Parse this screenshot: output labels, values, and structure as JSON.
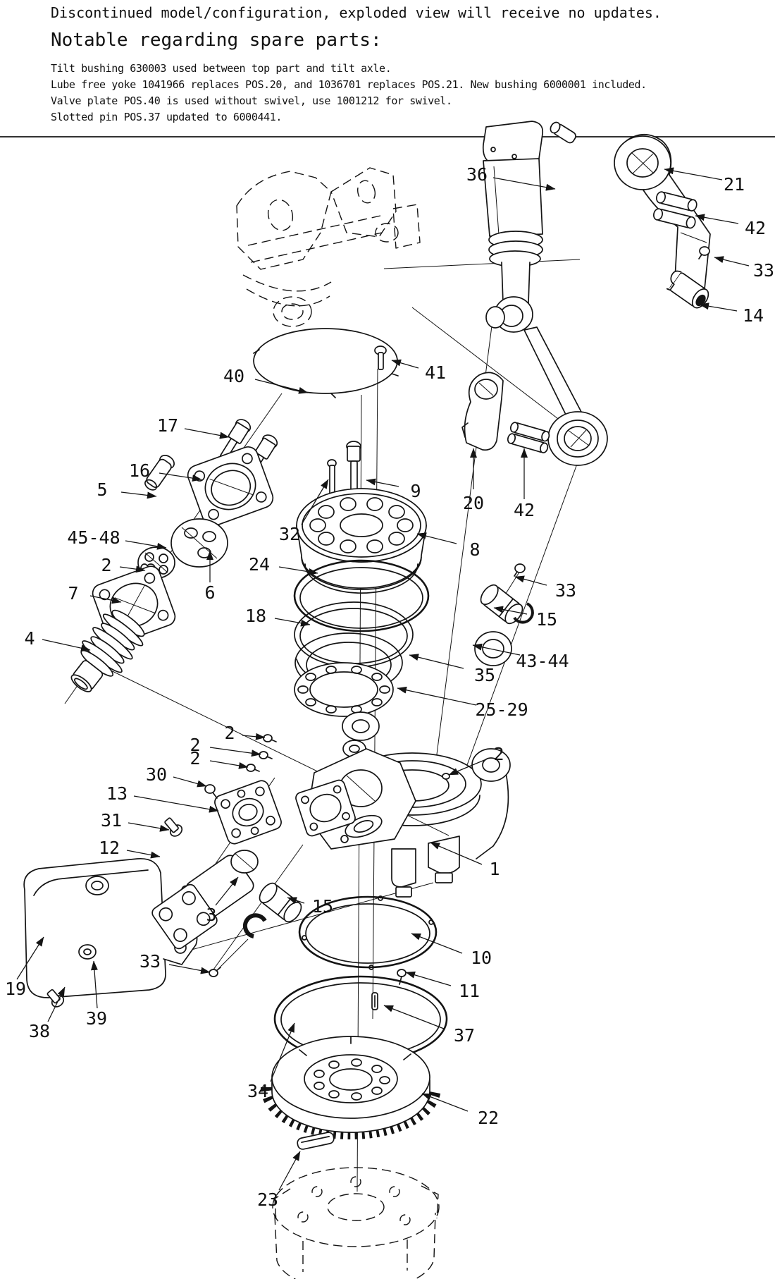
{
  "notes": {
    "title": "Discontinued model/configuration, exploded view will receive no updates.",
    "heading": "Notable regarding spare parts:",
    "lines": [
      "Tilt bushing 630003 used between top part and tilt axle.",
      "Lube free yoke 1041966 replaces POS.20, and 1036701 replaces POS.21. New bushing 6000001 included.",
      "Valve plate POS.40 is used without swivel, use 1001212 for swivel.",
      "Slotted pin POS.37 updated to 6000441."
    ]
  },
  "diagram": {
    "callouts": {
      "1": "1",
      "2": "2",
      "3": "3",
      "4": "4",
      "5": "5",
      "6": "6",
      "7": "7",
      "8": "8",
      "9": "9",
      "10": "10",
      "11": "11",
      "12": "12",
      "13": "13",
      "14": "14",
      "15": "15",
      "16": "16",
      "17": "17",
      "18": "18",
      "19": "19",
      "20": "20",
      "21": "21",
      "22": "22",
      "23": "23",
      "24": "24",
      "2529": "25-29",
      "30": "30",
      "31": "31",
      "32": "32",
      "33": "33",
      "34": "34",
      "35": "35",
      "36": "36",
      "37": "37",
      "38": "38",
      "39": "39",
      "40": "40",
      "41": "41",
      "42": "42",
      "4344": "43-44",
      "4548": "45-48"
    }
  }
}
